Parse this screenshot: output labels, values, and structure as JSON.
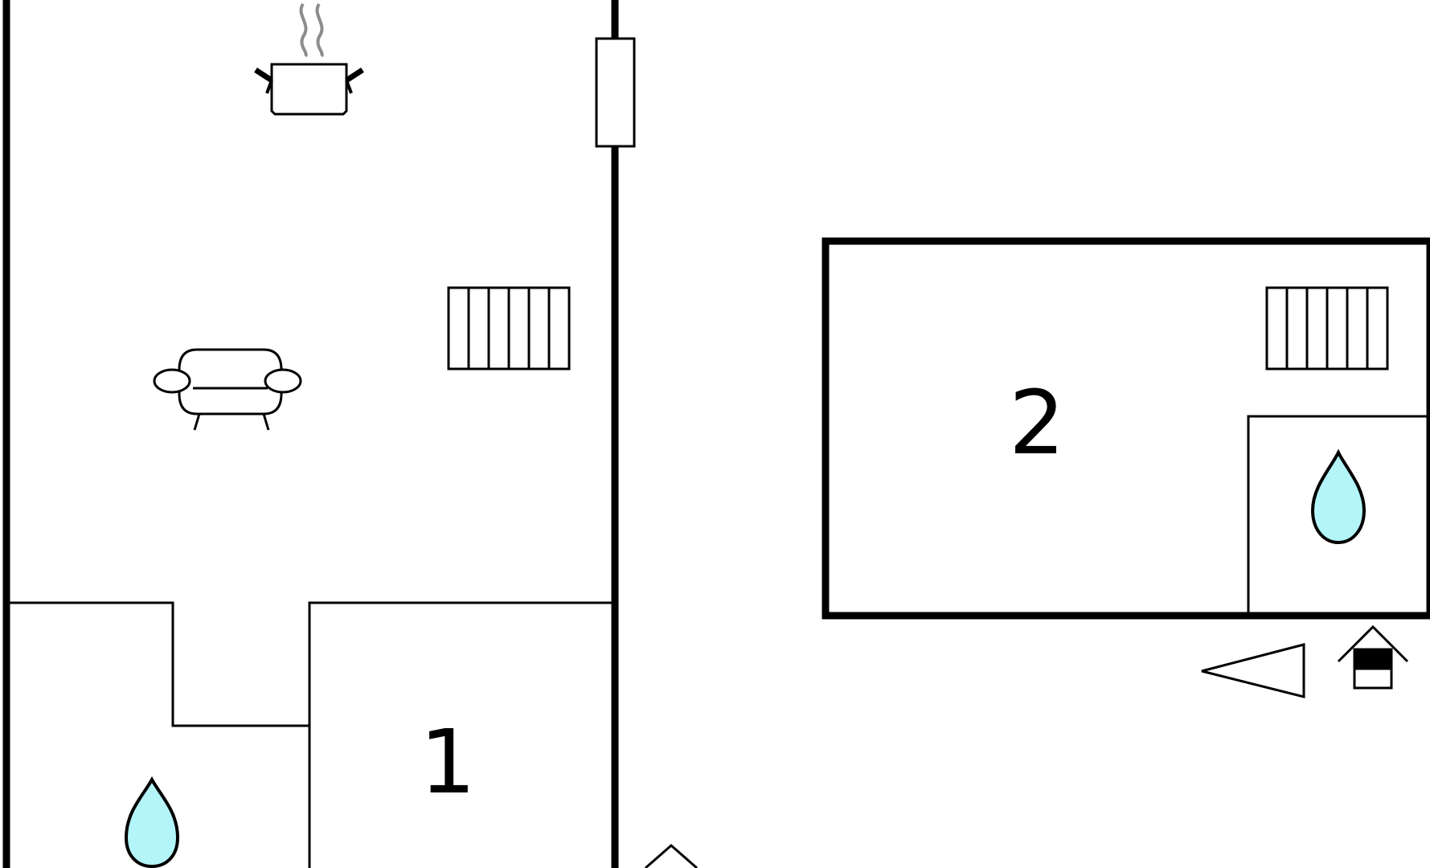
{
  "rooms": [
    {
      "id": "room-1",
      "label": "1"
    },
    {
      "id": "room-2",
      "label": "2"
    }
  ],
  "icons": {
    "kitchen": "cooking-pot-icon",
    "living": "sofa-icon",
    "heating": "radiator-icon",
    "bathroom": "water-drop-icon",
    "view": "direction-pointer-icon",
    "entrance": "house-entrance-icon"
  },
  "colors": {
    "walls": "#000000",
    "water_drop": "#b3f5f8",
    "steam": "#8c8c8c",
    "background": "#ffffff"
  }
}
